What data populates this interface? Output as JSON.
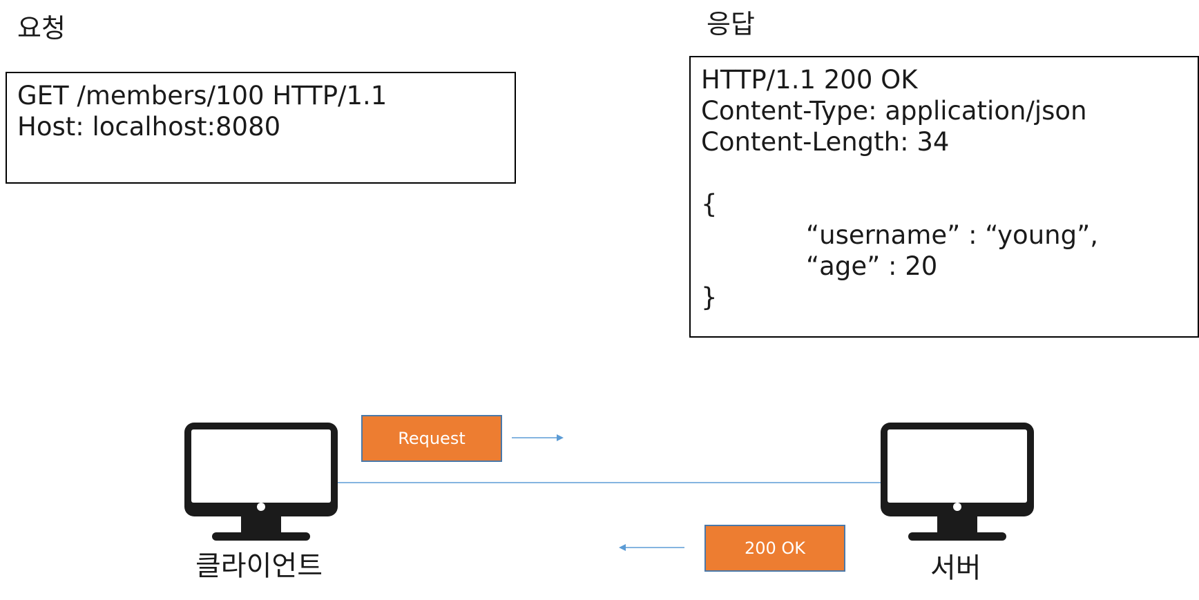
{
  "request": {
    "title": "요청",
    "lines": [
      "GET /members/100 HTTP/1.1",
      "Host: localhost:8080"
    ]
  },
  "response": {
    "title": "응답",
    "lines": [
      "HTTP/1.1 200 OK",
      "Content-Type: application/json",
      "Content-Length: 34",
      "{",
      "“username” : “young”,",
      "“age” : 20",
      "}"
    ]
  },
  "client": {
    "label": "클라이언트",
    "icon": "monitor-icon"
  },
  "server": {
    "label": "서버",
    "icon": "monitor-icon"
  },
  "messages": {
    "request": "Request",
    "response": "200 OK"
  },
  "colors": {
    "message_fill": "#ed7d31",
    "message_border": "#4a78a8",
    "line": "#5b9bd5",
    "monitor": "#1b1b1b"
  }
}
